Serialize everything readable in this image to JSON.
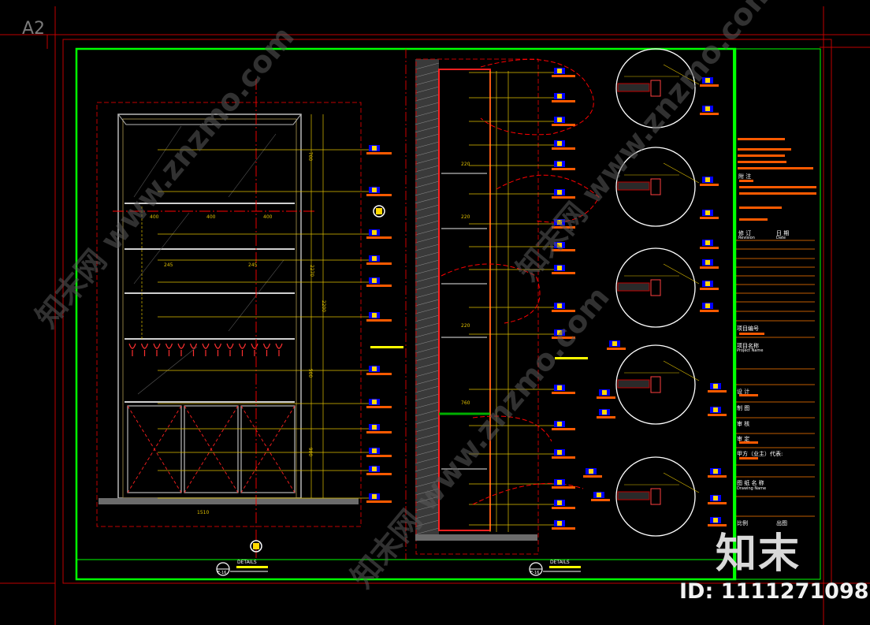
{
  "sheet": {
    "label": "A2"
  },
  "watermark": {
    "logo_text": "知末",
    "id_text": "ID: 1111271098",
    "diagonal_text": "知末网 www.znzmo.com"
  },
  "left_view": {
    "title": "DETAILS",
    "number": "E-16",
    "dims": {
      "overall_width": "1510",
      "height_total": "2200",
      "height_upper": "2270",
      "seg_a": "700",
      "seg_b": "500",
      "seg_c": "900",
      "shelf_a": "400",
      "shelf_b": "400",
      "shelf_c": "400",
      "shelf_d": "245",
      "shelf_e": "245"
    }
  },
  "right_view": {
    "title": "DETAILS",
    "number": "E-16",
    "dims": {
      "d1": "220",
      "d2": "220",
      "d3": "220",
      "d4": "760"
    }
  },
  "title_block": {
    "general_note_heading": "附  注",
    "revision_heading": "修  订",
    "date_heading": "日 期",
    "revision_sub": "Revision",
    "date_sub": "Date",
    "project_no": "项目编号",
    "project_name": "项目名称",
    "project_name_sub": "Project Name",
    "design": "设 计",
    "drawing": "制 图",
    "check": "审 核",
    "approve": "审 定",
    "owner_rep": "甲方（业主）代表:",
    "drawing_name": "图 纸 名 称",
    "drawing_name_sub": "Drawing Name",
    "scale": "比例",
    "sheet_no": "出图"
  },
  "colors": {
    "background": "#000000",
    "frame_green": "#00ff00",
    "outer_red": "#ff0000",
    "tag_orange": "#ff5a00",
    "tag_blue": "#0000ff",
    "dim_yellow": "#e0c000",
    "wall_grey": "#9a9a9a"
  }
}
